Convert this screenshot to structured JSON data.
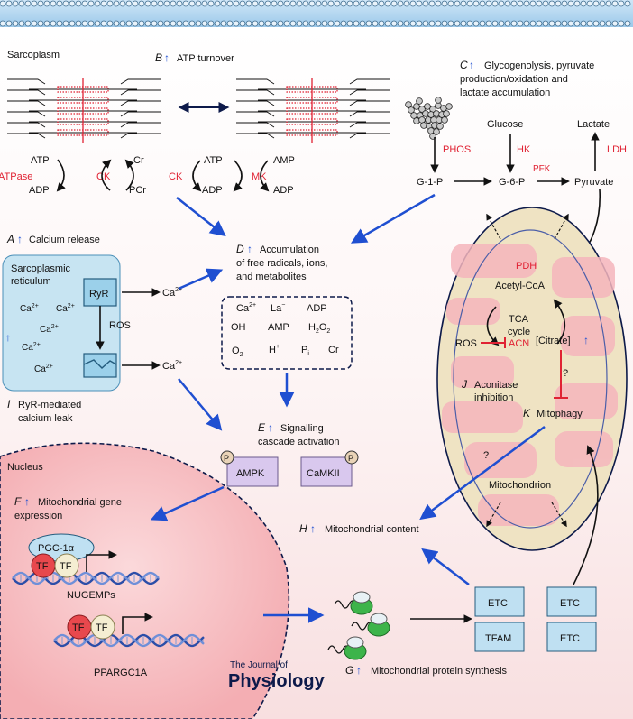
{
  "sarcoplasm_label": "Sarcoplasm",
  "panel_a": {
    "letter": "A",
    "text": "Calcium release"
  },
  "panel_b": {
    "letter": "B",
    "text": "ATP turnover"
  },
  "panel_c": {
    "letter": "C",
    "line1": "Glycogenolysis, pyruvate",
    "line2": "production/oxidation and",
    "line3": "lactate accumulation"
  },
  "panel_d": {
    "letter": "D",
    "line1": "Accumulation",
    "line2": "of free radicals, ions,",
    "line3": "and metabolites"
  },
  "panel_e": {
    "letter": "E",
    "line1": "Signalling",
    "line2": "cascade activation"
  },
  "panel_f": {
    "letter": "F",
    "line1": "Mitochondrial gene",
    "line2": "expression"
  },
  "panel_g": {
    "letter": "G",
    "text": "Mitochondrial protein synthesis"
  },
  "panel_h": {
    "letter": "H",
    "text": "Mitochondrial content"
  },
  "panel_i": {
    "letter": "I",
    "line1": "RyR-mediated",
    "line2": "calcium leak"
  },
  "panel_j": {
    "letter": "J",
    "line1": "Aconitase",
    "line2": "inhibition"
  },
  "panel_k": {
    "letter": "K",
    "text": "Mitophagy"
  },
  "atp_cycle": {
    "enzyme_atpase": "ATPase",
    "enzyme_ck1": "CK",
    "enzyme_ck2": "CK",
    "enzyme_mk": "MK",
    "atp1": "ATP",
    "adp1": "ADP",
    "cr": "Cr",
    "pcr": "PCr",
    "atp2": "ATP",
    "adp2": "ADP",
    "amp": "AMP",
    "adp3": "ADP"
  },
  "glycolysis": {
    "glucose": "Glucose",
    "lactate": "Lactate",
    "phos": "PHOS",
    "hk": "HK",
    "ldh": "LDH",
    "pfk": "PFK",
    "g1p": "G-1-P",
    "g6p": "G-6-P",
    "pyruvate": "Pyruvate"
  },
  "sr": {
    "line1": "Sarcoplasmic",
    "line2": "reticulum",
    "ryr": "RyR",
    "ros": "ROS",
    "ca_base": "Ca",
    "ca_sup": "2+"
  },
  "metabolites": {
    "ca": "Ca",
    "ca_sup": "2+",
    "la": "La",
    "la_sup": "−",
    "adp": "ADP",
    "oh": "OH",
    "amp": "AMP",
    "h2o2_h": "H",
    "h2o2_sub": "2",
    "h2o2_o": "O",
    "o2_o": "O",
    "o2_sub": "2",
    "o2_sup": "−",
    "h": "H",
    "h_sup": "+",
    "p": "P",
    "p_sub": "i",
    "cr": "Cr"
  },
  "kinases": {
    "ampk": "AMPK",
    "camkii": "CaMKII",
    "phospho": "P"
  },
  "nucleus": {
    "label": "Nucleus",
    "pgc": "PGC-1α",
    "tf": "TF",
    "nugemps": "NUGEMPs",
    "ppargc1a": "PPARGC1A"
  },
  "mito": {
    "pdh": "PDH",
    "acetyl": "Acetyl-CoA",
    "tca1": "TCA",
    "tca2": "cycle",
    "citrate": "[Citrate]",
    "ros": "ROS",
    "acn": "ACN",
    "question": "?",
    "label": "Mitochondrion"
  },
  "etc": {
    "etc": "ETC",
    "tfam": "TFAM"
  },
  "journal": {
    "line1": "The Journal of",
    "line2": "Physiology"
  },
  "colors": {
    "arrow_blue": "#1f4fd1",
    "enzyme_red": "#e02233",
    "nucleus_pink": "#f7c1c4",
    "sr_blue": "#c7e4f2",
    "kinase_purple": "#d9c8ee"
  }
}
